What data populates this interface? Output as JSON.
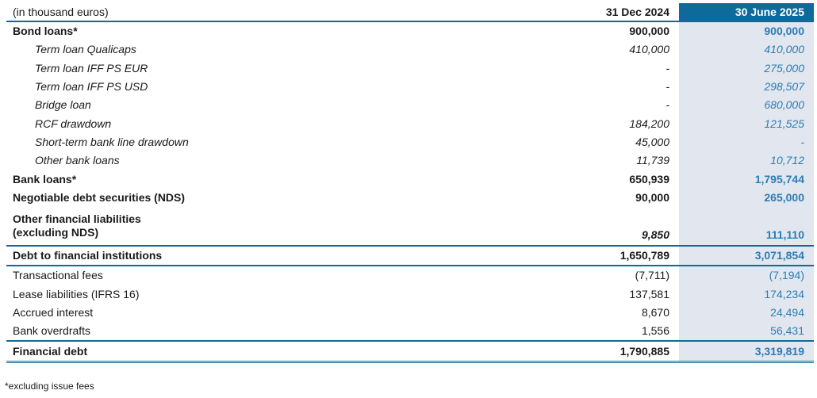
{
  "header": {
    "unit": "(in thousand euros)",
    "col1": "31 Dec 2024",
    "col2": "30 June 2025"
  },
  "rows": [
    {
      "label": "Bond loans*",
      "v1": "900,000",
      "v2": "900,000",
      "style": "b"
    },
    {
      "label": "Term loan Qualicaps",
      "v1": "410,000",
      "v2": "410,000",
      "style": "i"
    },
    {
      "label": "Term loan IFF PS EUR",
      "v1": "-",
      "v2": "275,000",
      "style": "i"
    },
    {
      "label": "Term loan IFF PS USD",
      "v1": "-",
      "v2": "298,507",
      "style": "i"
    },
    {
      "label": "Bridge loan",
      "v1": "-",
      "v2": "680,000",
      "style": "i"
    },
    {
      "label": "RCF drawdown",
      "v1": "184,200",
      "v2": "121,525",
      "style": "i"
    },
    {
      "label": "Short-term bank line drawdown",
      "v1": "45,000",
      "v2": "-",
      "style": "i"
    },
    {
      "label": "Other bank loans",
      "v1": "11,739",
      "v2": "10,712",
      "style": "i"
    },
    {
      "label": "Bank loans*",
      "v1": "650,939",
      "v2": "1,795,744",
      "style": "b"
    },
    {
      "label": "Negotiable debt securities (NDS)",
      "v1": "90,000",
      "v2": "265,000",
      "style": "b"
    },
    {
      "label": "Other financial liabilities",
      "label2": "(excluding NDS)",
      "v1": "9,850",
      "v2": "111,110",
      "style": "b two"
    },
    {
      "label": "Debt to financial institutions",
      "v1": "1,650,789",
      "v2": "3,071,854",
      "style": "b tot"
    },
    {
      "label": "Transactional fees",
      "v1": "(7,711)",
      "v2": "(7,194)",
      "style": ""
    },
    {
      "label": "Lease liabilities (IFRS 16)",
      "v1": "137,581",
      "v2": "174,234",
      "style": ""
    },
    {
      "label": "Accrued interest",
      "v1": "8,670",
      "v2": "24,494",
      "style": ""
    },
    {
      "label": "Bank overdrafts",
      "v1": "1,556",
      "v2": "56,431",
      "style": ""
    },
    {
      "label": "Financial debt",
      "v1": "1,790,885",
      "v2": "3,319,819",
      "style": "b fin"
    }
  ],
  "footnote": "*excluding issue fees"
}
